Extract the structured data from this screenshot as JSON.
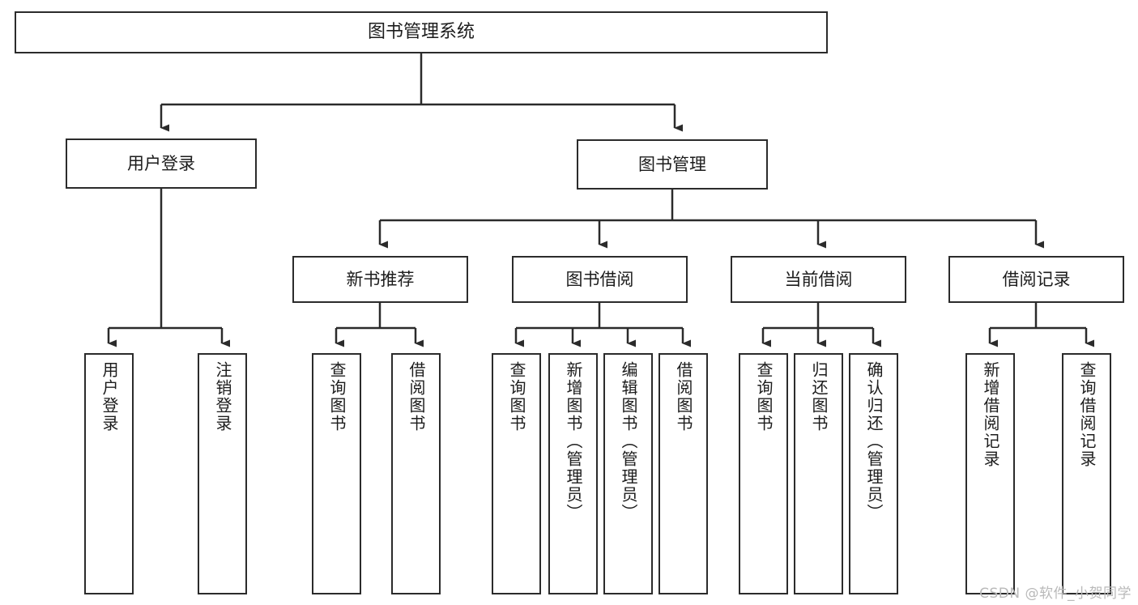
{
  "diagram": {
    "title": "图书管理系统",
    "type": "tree-hierarchy-functional-structure",
    "watermark": "CSDN @软件_小贺同学",
    "colors": {
      "background": "#ffffff",
      "box_border": "#2b2b2b",
      "box_fill": "#ffffff",
      "connector": "#2b2b2b",
      "text": "#1c1c1c",
      "watermark": "#b9b9b9"
    },
    "nodes": {
      "root": {
        "label": "图书管理系统"
      },
      "level1": [
        {
          "label": "用户登录"
        },
        {
          "label": "图书管理"
        }
      ],
      "level2": [
        {
          "label": "新书推荐"
        },
        {
          "label": "图书借阅"
        },
        {
          "label": "当前借阅"
        },
        {
          "label": "借阅记录"
        }
      ],
      "leaves": {
        "user_login": [
          {
            "label": "用户登录"
          },
          {
            "label": "注销登录"
          }
        ],
        "new_book_recommend": [
          {
            "label": "查询图书"
          },
          {
            "label": "借阅图书"
          }
        ],
        "book_borrow": [
          {
            "label": "查询图书"
          },
          {
            "label": "新增图书（管理员）"
          },
          {
            "label": "编辑图书（管理员）"
          },
          {
            "label": "借阅图书"
          }
        ],
        "current_borrow": [
          {
            "label": "查询图书"
          },
          {
            "label": "归还图书"
          },
          {
            "label": "确认归还（管理员）"
          }
        ],
        "borrow_record": [
          {
            "label": "新增借阅记录"
          },
          {
            "label": "查询借阅记录"
          }
        ]
      }
    }
  }
}
